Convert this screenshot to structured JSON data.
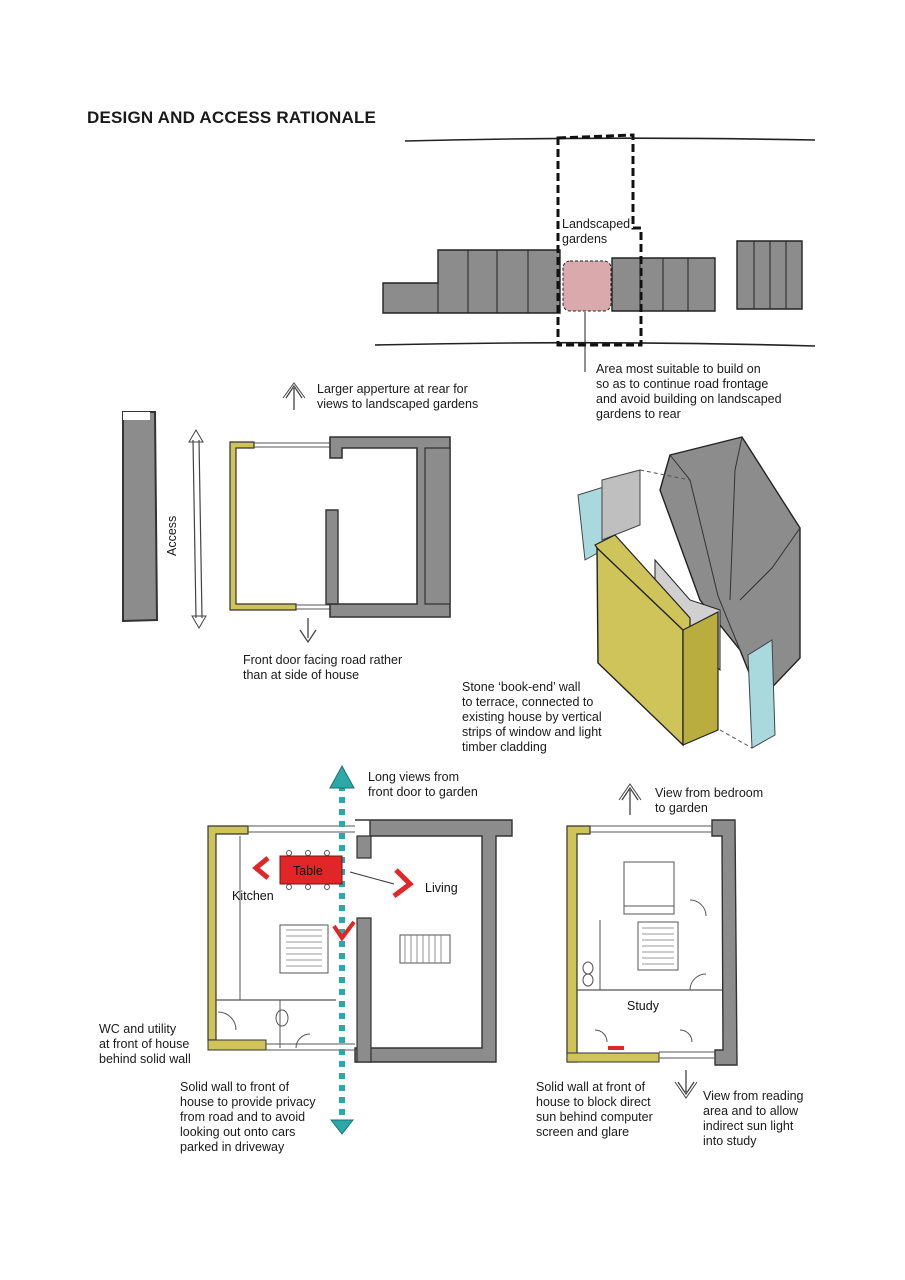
{
  "title": "DESIGN AND ACCESS RATIONALE",
  "site_plan": {
    "garden_label": "Landscaped\ngardens",
    "note": "Area most suitable to build on\nso as to continue road frontage\nand avoid building on landscaped\ngardens to rear"
  },
  "concept_plan": {
    "rear_note": "Larger apperture at rear for\nviews to landscaped gardens",
    "access_label": "Access",
    "front_note": "Front door facing road rather\nthan at side of house"
  },
  "axonometric": {
    "note": "Stone ‘book-end’ wall\nto terrace, connected to\nexisting house by vertical\nstrips of window and light\ntimber cladding"
  },
  "ground_floor": {
    "views_note": "Long views from\nfront door to garden",
    "table_label": "Table",
    "kitchen_label": "Kitchen",
    "living_label": "Living",
    "wc_note": "WC and utility\nat front of house\nbehind solid wall",
    "wall_note": "Solid wall to front of\nhouse to provide privacy\nfrom road and to avoid\nlooking out onto cars\nparked in driveway"
  },
  "first_floor": {
    "bedroom_note": "View from bedroom\nto garden",
    "study_label": "Study",
    "wall_note": "Solid wall at front of\nhouse to block direct\nsun behind computer\nscreen and glare",
    "reading_note": "View from reading\narea and to allow\nindirect sun light\ninto study"
  },
  "colors": {
    "building_grey": "#8c8c8c",
    "stone_yellow": "#cfc45a",
    "site_pink": "#d9a9ab",
    "glazing_blue": "#a9d9dc",
    "arrow_teal": "#2aa9a8",
    "table_red": "#e02626"
  }
}
